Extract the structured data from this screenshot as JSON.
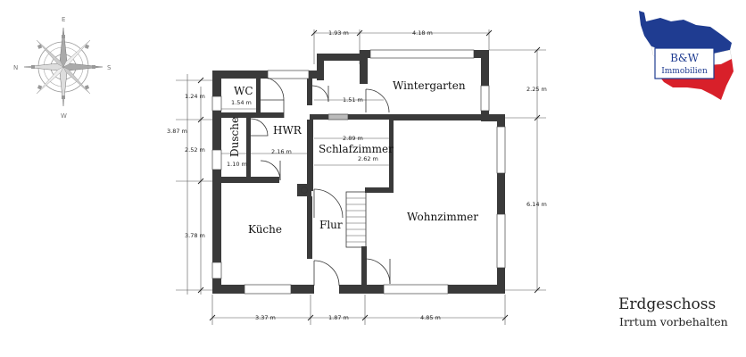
{
  "plan": {
    "title": "Erdgeschoss",
    "subtitle": "Irrtum vorbehalten",
    "rooms": {
      "wc": "WC",
      "hwr": "HWR",
      "dusche": "Dusche",
      "wintergarten": "Wintergarten",
      "schlafzimmer": "Schlafzimmer",
      "kueche": "Küche",
      "flur": "Flur",
      "wohnzimmer": "Wohnzimmer"
    },
    "dimensions": {
      "top_left": "1.93 m",
      "top_right": "4.18 m",
      "wc_height": "1.24 m",
      "wc_width": "1.54 m",
      "hall_width": "1.51 m",
      "left_upper": "3.87 m",
      "left_mid": "2.52 m",
      "dusche_width": "1.10 m",
      "hwr_width": "2.16 m",
      "schlaf_width": "2.89 m",
      "schlaf_height": "2.62 m",
      "left_lower": "3.78 m",
      "right_upper": "2.25 m",
      "right_lower": "6.14 m",
      "bottom_left": "3.37 m",
      "bottom_mid": "1.87 m",
      "bottom_right": "4.85 m"
    }
  },
  "compass": {
    "north": "E",
    "east": "S",
    "south": "W",
    "west": "N"
  },
  "logo": {
    "brand": "B&W",
    "tagline": "Immobilien",
    "colors": {
      "blue": "#1f3c91",
      "red": "#d8202a",
      "white": "#ffffff"
    }
  }
}
